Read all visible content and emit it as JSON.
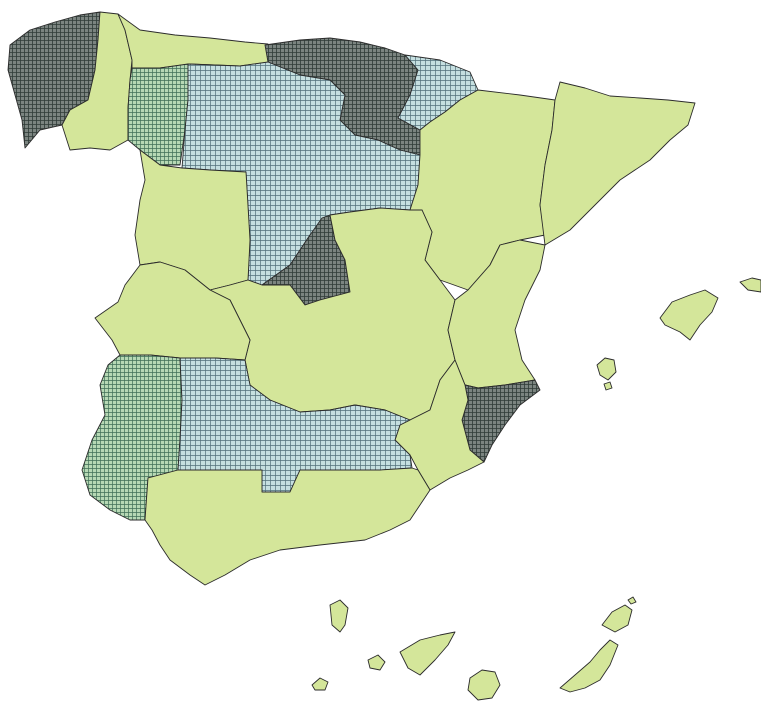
{
  "map": {
    "colors": {
      "land": "#d4e69a",
      "border": "#2b2b2b",
      "sea": "#ffffff",
      "grid_dark": "#7b8480",
      "grid_dark_line": "#2f3b37",
      "grid_blue": "#c5dfe0",
      "grid_blue_line": "#52707a",
      "grid_green": "#b6d8b4",
      "grid_green_line": "#3f6e56"
    },
    "pattern_classes": [
      {
        "id": "dark",
        "description_kind": "dense dark grid"
      },
      {
        "id": "blue",
        "description_kind": "light blue grid"
      },
      {
        "id": "green",
        "description_kind": "light green grid"
      }
    ],
    "regions": [
      {
        "id": "galicia-west",
        "fill": "dark"
      },
      {
        "id": "galicia-east",
        "fill": "land"
      },
      {
        "id": "asturias",
        "fill": "land"
      },
      {
        "id": "cantabria-basque-navarra",
        "fill": "dark"
      },
      {
        "id": "castilla-leon-west",
        "fill": "green"
      },
      {
        "id": "castilla-leon",
        "fill": "blue"
      },
      {
        "id": "la-rioja-area",
        "fill": "blue"
      },
      {
        "id": "aragon",
        "fill": "land"
      },
      {
        "id": "catalonia",
        "fill": "land"
      },
      {
        "id": "salamanca-area",
        "fill": "land"
      },
      {
        "id": "madrid",
        "fill": "dark"
      },
      {
        "id": "castilla-la-mancha",
        "fill": "land"
      },
      {
        "id": "extremadura",
        "fill": "land"
      },
      {
        "id": "valencia",
        "fill": "land"
      },
      {
        "id": "alicante",
        "fill": "dark"
      },
      {
        "id": "murcia",
        "fill": "land"
      },
      {
        "id": "andalusia-west",
        "fill": "green"
      },
      {
        "id": "andalusia-central",
        "fill": "blue"
      },
      {
        "id": "andalusia-south",
        "fill": "land"
      },
      {
        "id": "balearic-islands",
        "fill": "land"
      },
      {
        "id": "canary-islands",
        "fill": "land"
      }
    ]
  }
}
